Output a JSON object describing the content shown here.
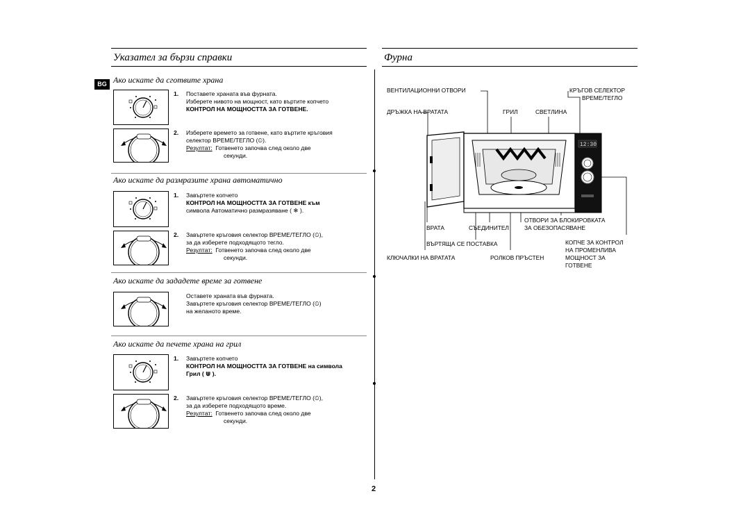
{
  "lang_tab": "BG",
  "left_title": "Указател за бързи справки",
  "right_title": "Фурна",
  "page_number": "2",
  "sections": {
    "cook": {
      "heading": "Ако искате да сготвите храна",
      "step1_num": "1.",
      "step1_line1": "Поставете храната във фурната.",
      "step1_line2": "Изберете нивото на мощност, като въртите копчето",
      "step1_line3": "КОНТРОЛ НА МОЩНОСТТА ЗА ГОТВЕНЕ.",
      "step2_num": "2.",
      "step2_line1": "Изберете времето за готвене, като въртите кръговия",
      "step2_line2": "селектор ВРЕМЕ/ТЕГЛО (⏲).",
      "result_label": "Резултат:",
      "result_line1": "Готвенето започва след около две",
      "result_line2": "секунди."
    },
    "defrost": {
      "heading": "Ако искате да размразите храна автоматично",
      "step1_num": "1.",
      "step1_line1": "Завъртете копчето",
      "step1_line2": "КОНТРОЛ НА МОЩНОСТТА ЗА ГОТВЕНЕ към",
      "step1_line3": "символа Автоматично размразяване ( ❄ ).",
      "step2_num": "2.",
      "step2_line1": "Завъртете кръговия селектор ВРЕМЕ/ТЕГЛО (⏲),",
      "step2_line2": "за да изберете подходящото тегло.",
      "result_label": "Резултат:",
      "result_line1": "Готвенето започва след около две",
      "result_line2": "секунди."
    },
    "settime": {
      "heading": "Ако искате да зададете време за готвене",
      "line1": "Оставете храната във фурната.",
      "line2": "Завъртете кръговия селектор ВРЕМЕ/ТЕГЛО (⏲)",
      "line3": "на желаното време."
    },
    "grill": {
      "heading": "Ако искате да печете храна на грил",
      "step1_num": "1.",
      "step1_line1": "Завъртете копчето",
      "step1_line2": "КОНТРОЛ НА МОЩНОСТТА ЗА ГОТВЕНЕ на символа",
      "step1_line3": "Грил ( ⋓ ).",
      "step2_num": "2.",
      "step2_line1": "Завъртете кръговия селектор ВРЕМЕ/ТЕГЛО (⏲),",
      "step2_line2": "за да изберете подходящото време.",
      "result_label": "Резултат:",
      "result_line1": "Готвенето започва след около две",
      "result_line2": "секунди."
    }
  },
  "oven_labels": {
    "vents": "ВЕНТИЛАЦИОННИ ОТВОРИ",
    "dial_selector_1": "КРЪГОВ СЕЛЕКТОР",
    "dial_selector_2": "ВРЕМЕ/ТЕГЛО",
    "door_handle": "ДРЪЖКА НА ВРАТАТА",
    "grill": "ГРИЛ",
    "light": "СВЕТЛИНА",
    "door": "ВРАТА",
    "coupler": "СЪЕДИНИТЕЛ",
    "lock_holes_1": "ОТВОРИ ЗА БЛОКИРОВКАТА",
    "lock_holes_2": "ЗА ОБЕЗОПАСЯВАНЕ",
    "turntable": "ВЪРТЯЩА СЕ ПОСТАВКА",
    "power_knob_1": "КОПЧЕ ЗА КОНТРОЛ",
    "power_knob_2": "НА ПРОМЕНЛИВА",
    "power_knob_3": "МОЩНОСТ ЗА",
    "power_knob_4": "ГОТВЕНЕ",
    "door_latches": "КЛЮЧАЛКИ НА ВРАТАТА",
    "roller_ring": "РОЛКОВ ПРЪСТЕН",
    "display": "12:30"
  }
}
